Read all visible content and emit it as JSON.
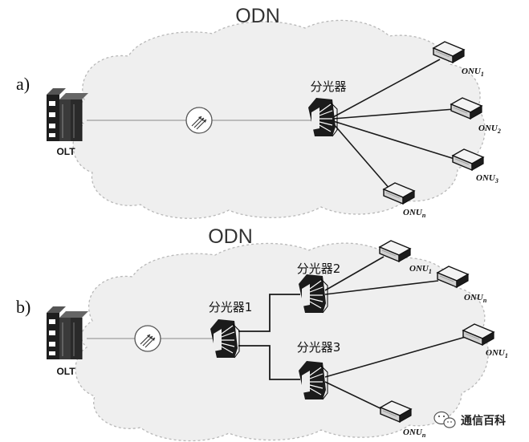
{
  "panel_a": {
    "label": "a)",
    "cloud_title": "ODN",
    "olt_label": "OLT",
    "splitter_label": "分光器",
    "onus": [
      {
        "name": "ONU",
        "sub": "1"
      },
      {
        "name": "ONU",
        "sub": "2"
      },
      {
        "name": "ONU",
        "sub": "3"
      },
      {
        "name": "ONU",
        "sub": "n"
      }
    ]
  },
  "panel_b": {
    "label": "b)",
    "cloud_title": "ODN",
    "olt_label": "OLT",
    "splitter1_label": "分光器1",
    "splitter2_label": "分光器2",
    "splitter3_label": "分光器3",
    "onus": [
      {
        "name": "ONU",
        "sub": "1"
      },
      {
        "name": "ONU",
        "sub": "n"
      },
      {
        "name": "ONU",
        "sub": "1"
      },
      {
        "name": "ONU",
        "sub": "n"
      }
    ]
  },
  "watermark": {
    "text": "通信百科",
    "icon": "wechat-icon"
  }
}
